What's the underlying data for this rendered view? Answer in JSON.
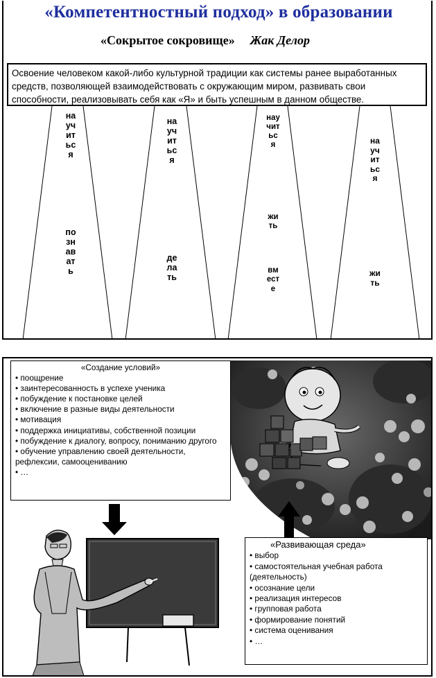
{
  "slide1": {
    "title": "«Компетентностный подход» в образовании",
    "source_book": "«Сокрытое сокровище»",
    "source_author": "Жак Делор",
    "definition": "Освоение человеком какой-либо культурной традиции как системы ранее выработанных средств, позволяющей взаимодействовать с окружающим миром, развивать свои способности, реализовывать себя как «Я» и быть успешным в данном обществе.",
    "pillars": [
      {
        "line1": "научиться",
        "line2": "познавать"
      },
      {
        "line1": "научиться",
        "line2": "делать"
      },
      {
        "line1": "научиться",
        "line2": "жить",
        "line3": "вместе"
      },
      {
        "line1": "научиться",
        "line2": "жить"
      }
    ]
  },
  "slide2": {
    "conditions": {
      "heading": "«Создание условий»",
      "items": [
        " поощрение",
        "заинтересованность в успехе ученика",
        "побуждение к постановке целей",
        "включение в разные виды деятельности",
        "мотивация",
        "поддержка инициативы, собственной позиции",
        "побуждение к диалогу, вопросу, пониманию другого",
        "обучение управлению своей деятельности, рефлексии, самооцениванию",
        "…"
      ]
    },
    "environment": {
      "heading": "«Развивающая среда»",
      "items": [
        "выбор",
        "самостоятельная учебная работа (деятельность)",
        "осознание цели",
        "реализация интересов",
        "групповая работа",
        "формирование понятий",
        "система оценивания",
        "…"
      ]
    }
  },
  "colors": {
    "title": "#1f2f9e",
    "board": "#3a3a3a",
    "frame": "#000000"
  },
  "icons": [
    "down-arrow-icon",
    "up-arrow-icon",
    "teacher-at-board-clipart",
    "child-with-blocks-photo"
  ]
}
